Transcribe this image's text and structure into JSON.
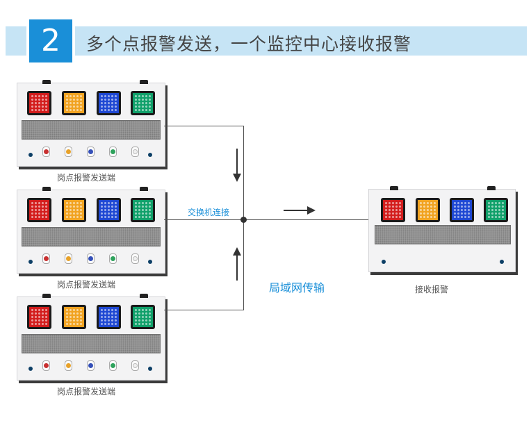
{
  "header": {
    "step_number": "2",
    "title": "多个点报警发送，一个监控中心接收报警"
  },
  "senders": [
    {
      "caption": "岗点报警发送端"
    },
    {
      "caption": "岗点报警发送端"
    },
    {
      "caption": "岗点报警发送端"
    }
  ],
  "switch_label": "交换机连接",
  "network_label": "局域网传输",
  "receiver": {
    "caption": "接收报警"
  },
  "colors": {
    "accent": "#1a8fd8",
    "banner": "#c6e4f5",
    "lamp_red": "#d31d1d",
    "lamp_yellow": "#f1a321",
    "lamp_blue": "#1f48d3",
    "lamp_green": "#10a06a"
  }
}
